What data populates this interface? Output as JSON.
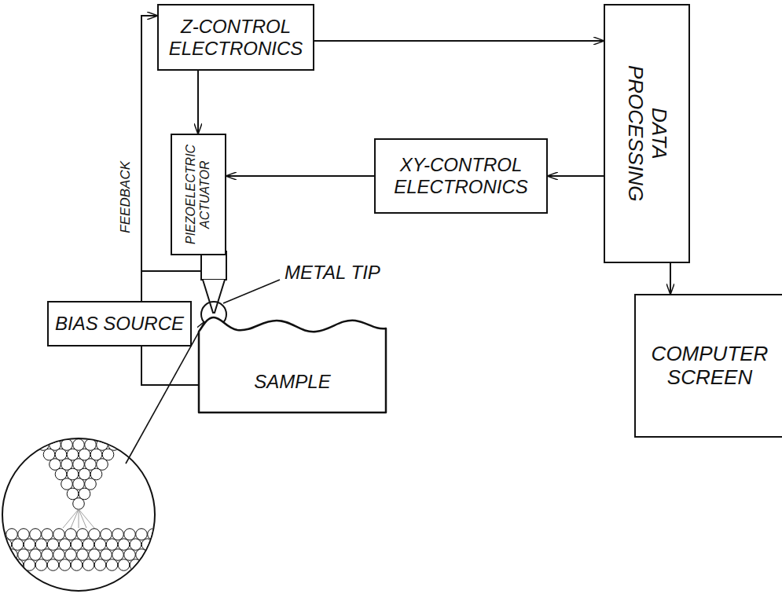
{
  "diagram": {
    "nodes": [
      {
        "text": [
          "Z-CONTROL ELECTRONICS"
        ]
      },
      {
        "text": [
          "DATA PROCESSING"
        ]
      },
      {
        "text": [
          "PIEZOELECTRIC ACTUATOR"
        ]
      },
      {
        "text": [
          "XY-CONTROL ELECTRONICS"
        ]
      },
      {
        "text": [
          "COMPUTER SCREEN"
        ]
      },
      {
        "text": [
          "BIAS SOURCE"
        ]
      },
      {
        "text": [
          "SAMPLE"
        ]
      }
    ],
    "edges": [
      {
        "from": 0,
        "to": 1,
        "arrow": "to"
      },
      {
        "from": 0,
        "to": 2,
        "arrow": "to"
      },
      {
        "from": 1,
        "to": 3,
        "arrow": "to"
      },
      {
        "from": 3,
        "to": 2,
        "arrow": "to"
      },
      {
        "from": 1,
        "to": 4,
        "arrow": "to"
      },
      {
        "from": 5,
        "to": 0,
        "arrow": "to",
        "label": "FEEDBACK"
      },
      {
        "from": 5,
        "to": 6,
        "arrow": "none"
      }
    ],
    "labels": [
      "METAL TIP"
    ]
  }
}
